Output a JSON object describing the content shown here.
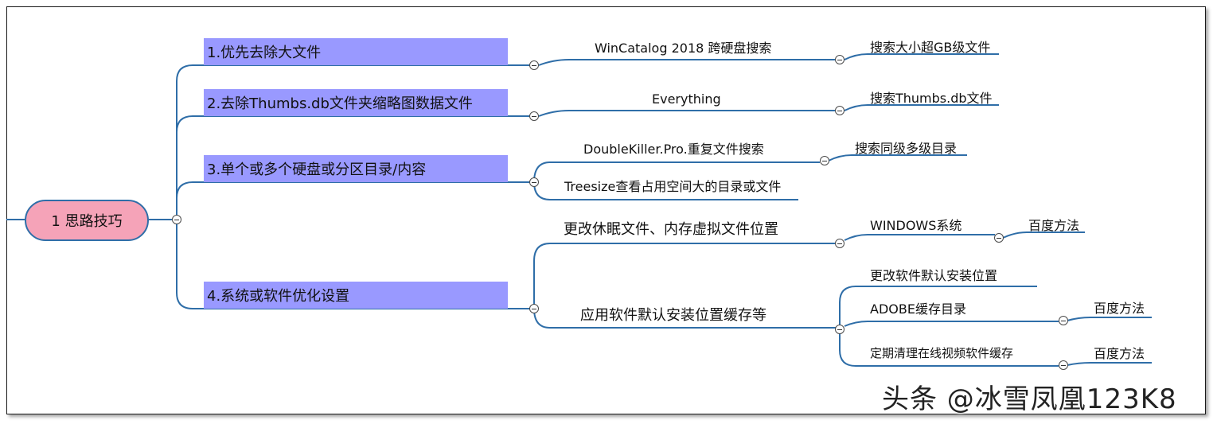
{
  "root": {
    "label": "1 思路技巧"
  },
  "branches": [
    {
      "label": "1.优先去除大文件"
    },
    {
      "label": "2.去除Thumbs.db文件夹缩略图数据文件"
    },
    {
      "label": "3.单个或多个硬盘或分区目录/内容"
    },
    {
      "label": "4.系统或软件优化设置"
    }
  ],
  "level2": {
    "wincatalog": "WinCatalog 2018 跨硬盘搜索",
    "everything": "Everything",
    "doublekiller": "DoubleKiller.Pro.重复文件搜索",
    "treesize": "Treesize查看占用空间大的目录或文件",
    "hibernate": "更改休眠文件、内存虚拟文件位置",
    "appdefault": "应用软件默认安装位置缓存等"
  },
  "level3": {
    "search_gb": "搜索大小超GB级文件",
    "search_thumbs": "搜索Thumbs.db文件",
    "search_sibling": "搜索同级多级目录",
    "windows": "WINDOWS系统",
    "change_default": "更改软件默认安装位置",
    "adobe": "ADOBE缓存目录",
    "online_video": "定期清理在线视频软件缓存"
  },
  "level4": {
    "baidu1": "百度方法",
    "baidu2": "百度方法",
    "baidu3": "百度方法"
  },
  "watermark": "头条 @冰雪凤凰123K8",
  "colors": {
    "root_fill": "#f5a3b8",
    "branch_fill": "#9999ff",
    "line": "#2f6ea8"
  }
}
